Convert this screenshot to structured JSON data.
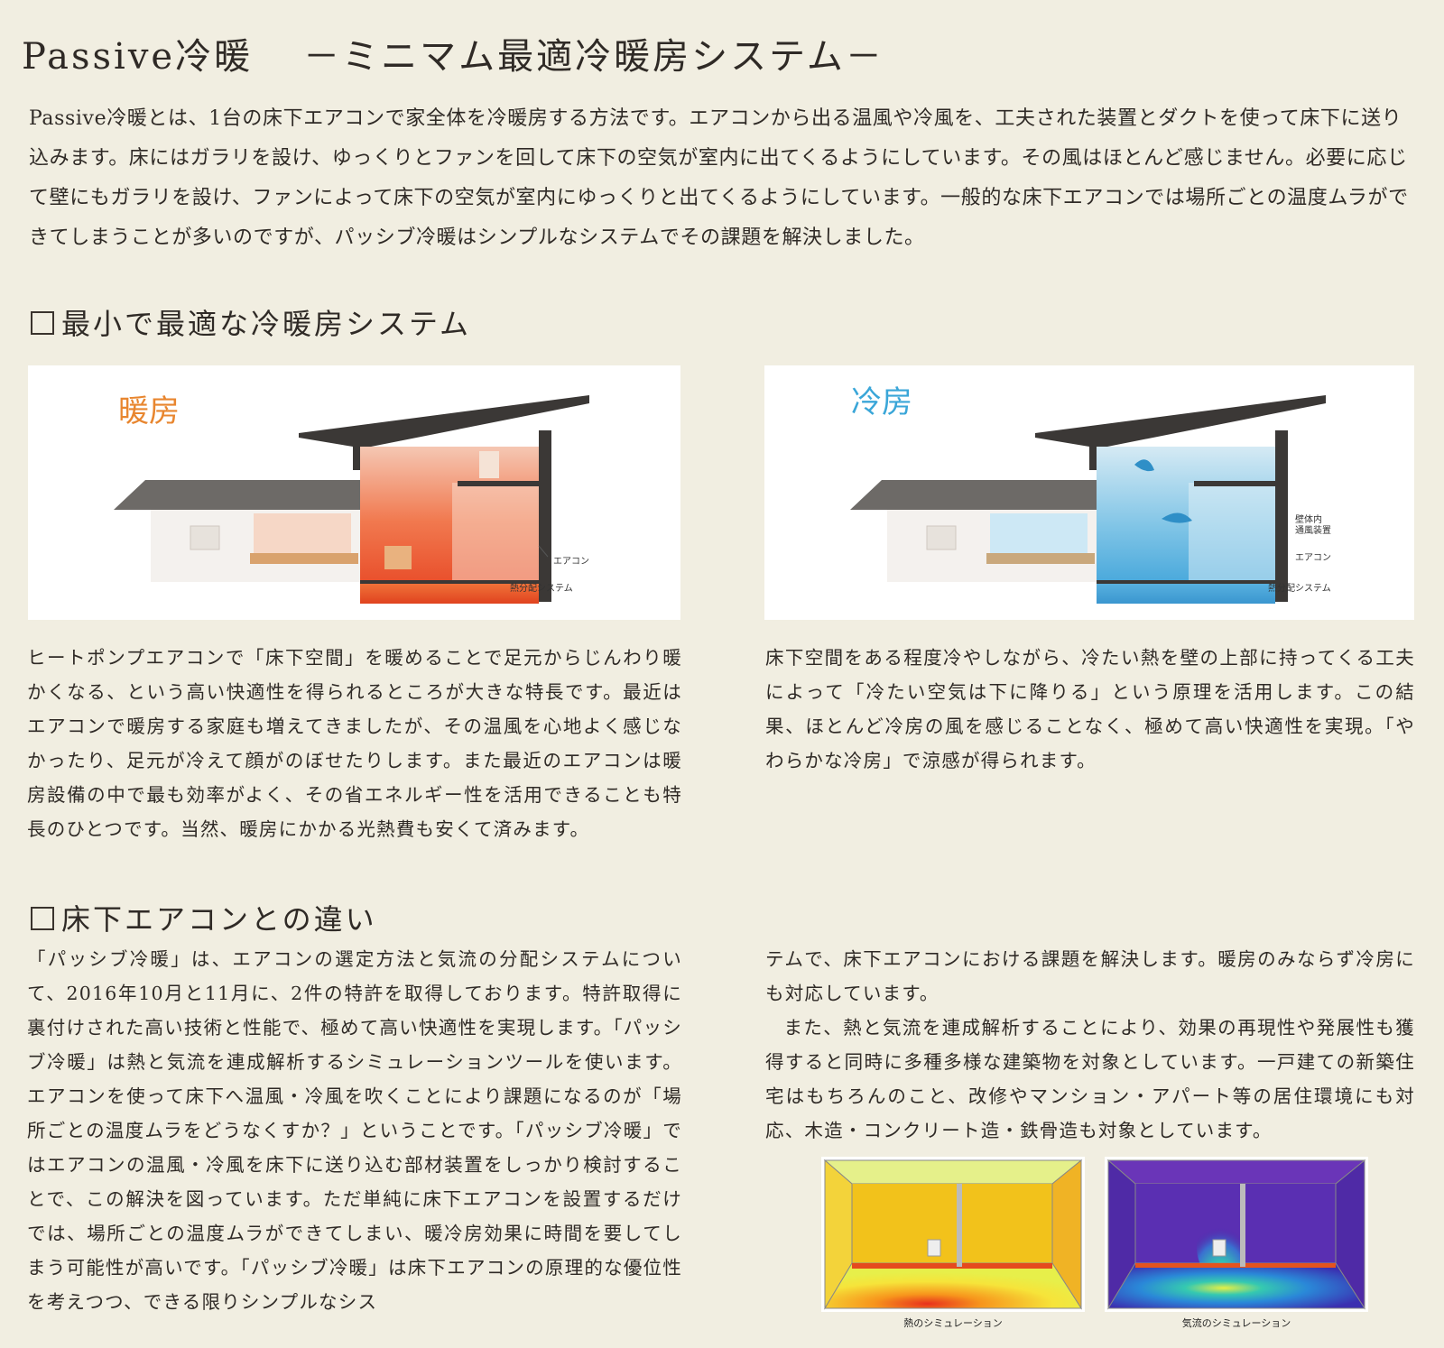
{
  "header": {
    "title": "Passive冷暖",
    "subtitle": "－ミニマム最適冷暖房システム－"
  },
  "intro": {
    "text": "Passive冷暖とは、1台の床下エアコンで家全体を冷暖房する方法です。エアコンから出る温風や冷風を、工夫された装置とダクトを使って床下に送り込みます。床にはガラリを設け、ゆっくりとファンを回して床下の空気が室内に出てくるようにしています。その風はほとんど感じません。必要に応じて壁にもガラリを設け、ファンによって床下の空気が室内にゆっくりと出てくるようにしています。一般的な床下エアコンでは場所ごとの温度ムラができてしまうことが多いのですが、パッシブ冷暖はシンプルなシステムでその課題を解決しました。"
  },
  "section1": {
    "heading": "最小で最適な冷暖房システム",
    "heating": {
      "label": "暖房",
      "aircon_label": "エアコン",
      "system_label": "熱分配システム",
      "text": "ヒートポンプエアコンで「床下空間」を暖めることで足元からじんわり暖かくなる、という高い快適性を得られるところが大きな特長です。最近はエアコンで暖房する家庭も増えてきましたが、その温風を心地よく感じなかったり、足元が冷えて顔がのぼせたりします。また最近のエアコンは暖房設備の中で最も効率がよく、その省エネルギー性を活用できることも特長のひとつです。当然、暖房にかかる光熱費も安くて済みます。"
    },
    "cooling": {
      "label": "冷房",
      "wall_device_label_1": "壁体内",
      "wall_device_label_2": "通風装置",
      "aircon_label": "エアコン",
      "system_label": "熱分配システム",
      "text": "床下空間をある程度冷やしながら、冷たい熱を壁の上部に持ってくる工夫によって「冷たい空気は下に降りる」という原理を活用します。この結果、ほとんど冷房の風を感じることなく、極めて高い快適性を実現。「やわらかな冷房」で涼感が得られます。"
    }
  },
  "section2": {
    "heading": "床下エアコンとの違い",
    "left_text": "「パッシブ冷暖」は、エアコンの選定方法と気流の分配システムについて、2016年10月と11月に、2件の特許を取得しております。特許取得に裏付けされた高い技術と性能で、極めて高い快適性を実現します。「パッシブ冷暖」は熱と気流を連成解析するシミュレーションツールを使います。エアコンを使って床下へ温風・冷風を吹くことにより課題になるのが「場所ごとの温度ムラをどうなくすか？」ということです。「パッシブ冷暖」ではエアコンの温風・冷風を床下に送り込む部材装置をしっかり検討することで、この解決を図っています。ただ単純に床下エアコンを設置するだけでは、場所ごとの温度ムラができてしまい、暖冷房効果に時間を要してしまう可能性が高いです。「パッシブ冷暖」は床下エアコンの原理的な優位性を考えつつ、できる限りシンプルなシス",
    "right_text_1": "テムで、床下エアコンにおける課題を解決します。暖房のみならず冷房にも対応しています。",
    "right_text_2": "また、熱と気流を連成解析することにより、効果の再現性や発展性も獲得すると同時に多種多様な建築物を対象としています。一戸建ての新築住宅はもちろんのこと、改修やマンション・アパート等の居住環境にも対応、木造・コンクリート造・鉄骨造も対象としています。",
    "sim_heat_label": "熱のシミュレーション",
    "sim_air_label": "気流のシミュレーション"
  },
  "colors": {
    "background": "#f1eee1",
    "heating_accent": "#e8862f",
    "cooling_accent": "#3aa6d8"
  }
}
